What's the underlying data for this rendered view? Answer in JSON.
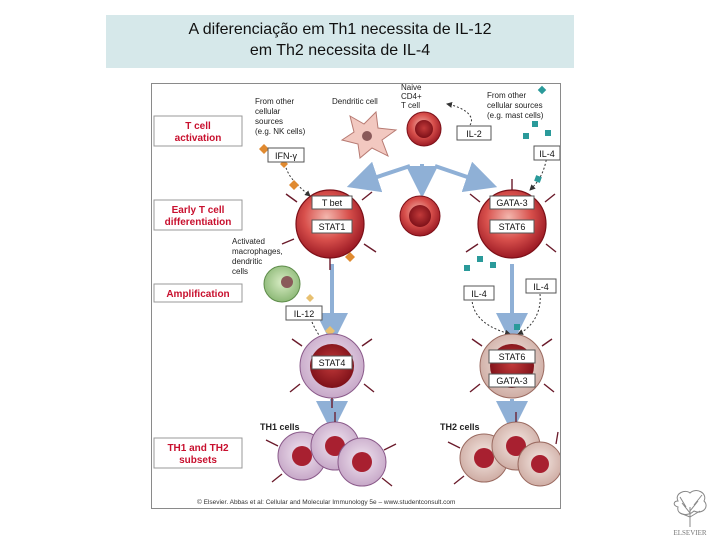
{
  "slide": {
    "title_line_1": "A diferenciação em Th1 necessita de IL-12",
    "title_line_2": "em Th2 necessita de IL-4"
  },
  "figure": {
    "stage_labels": {
      "activation_l1": "T cell",
      "activation_l2": "activation",
      "early_l1": "Early T cell",
      "early_l2": "differentiation",
      "amplification": "Amplification",
      "subsets_l1": "TH1 and TH2",
      "subsets_l2": "subsets"
    },
    "texts": {
      "other_sources_left_1": "From other",
      "other_sources_left_2": "cellular",
      "other_sources_left_3": "sources",
      "other_sources_left_4": "(e.g. NK cells)",
      "dendritic_cell": "Dendritic cell",
      "naive_1": "Naive",
      "naive_2": "CD4+",
      "naive_3": "T cell",
      "other_sources_right_1": "From other",
      "other_sources_right_2": "cellular sources",
      "other_sources_right_3": "(e.g. mast cells)",
      "macrophages_1": "Activated",
      "macrophages_2": "macrophages,",
      "macrophages_3": "dendritic",
      "macrophages_4": "cells",
      "th1_cells": "TH1 cells",
      "th2_cells": "TH2 cells",
      "copyright": "© Elsevier. Abbas et al: Cellular and Molecular Immunology 5e – www.studentconsult.com"
    },
    "boxes": {
      "il2": "IL-2",
      "ifn": "IFN-γ",
      "il4_top_right": "IL-4",
      "tbet": "T bet",
      "stat1": "STAT1",
      "gata3_top": "GATA-3",
      "stat6_top": "STAT6",
      "il4_mid_left": "IL-4",
      "il4_mid_right": "IL-4",
      "il12": "IL-12",
      "stat4": "STAT4",
      "stat6_bottom": "STAT6",
      "gata3_bottom": "GATA-3"
    }
  },
  "logo": {
    "text": "ELSEVIER"
  },
  "colors": {
    "title_bg": "#d6e8ea",
    "stage_label": "#c8102e",
    "th1_cell": "#c0202e",
    "th1_subset": "#d9c6dc",
    "th2_subset": "#e4cfc9",
    "arrow": "#8fb0d6",
    "ifn_diamond": "#e08a30",
    "il4_square": "#2a9a9a",
    "il12_diamond": "#e8c070"
  }
}
